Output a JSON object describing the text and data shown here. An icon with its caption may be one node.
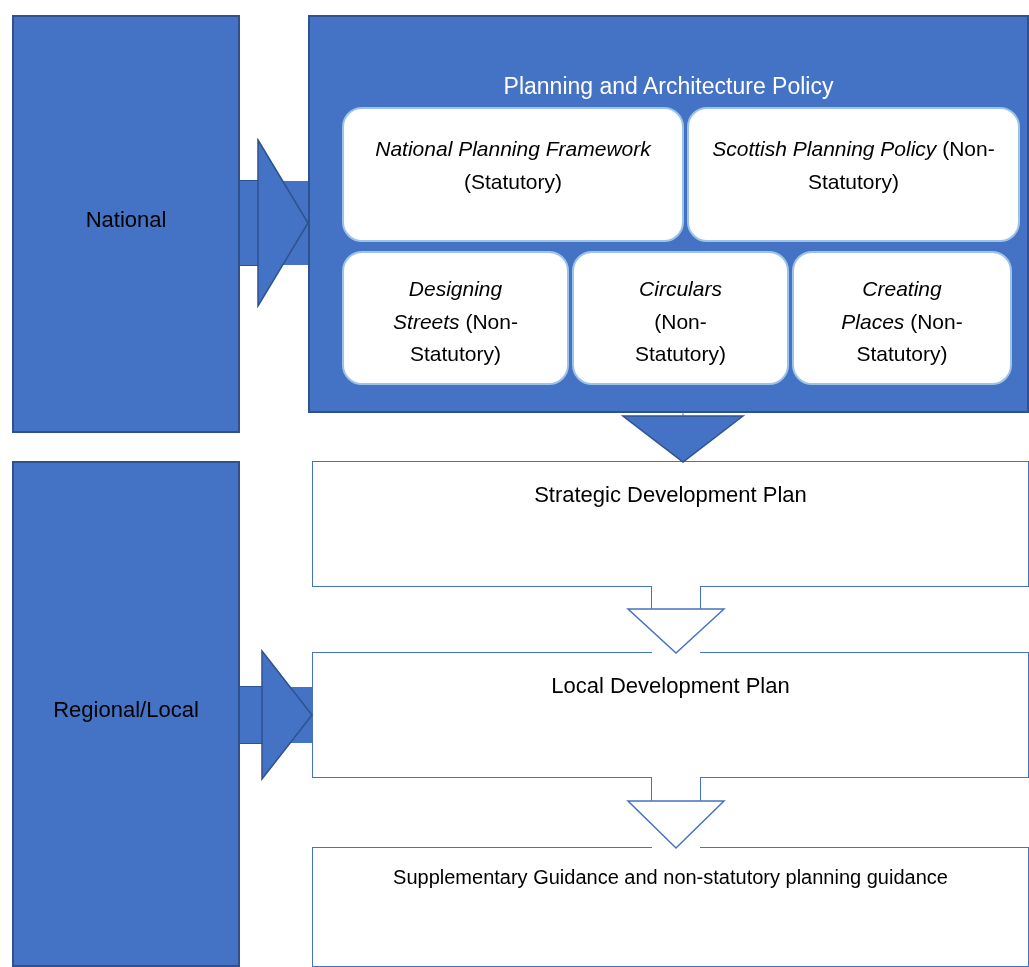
{
  "diagram": {
    "nodes": [
      {
        "text": [
          "National"
        ]
      },
      {
        "text": [
          "Planning and Architecture Policy"
        ]
      },
      {
        "text": [
          "*National Planning Framework* (Statutory)"
        ],
        "in": 1
      },
      {
        "text": [
          "*Scottish Planning Policy* (Non-Statutory)"
        ],
        "in": 1
      },
      {
        "text": [
          "*Designing Streets* (Non-Statutory)"
        ],
        "in": 1
      },
      {
        "text": [
          "*Circulars* (Non-Statutory)"
        ],
        "in": 1
      },
      {
        "text": [
          "*Creating Places* (Non-Statutory)"
        ],
        "in": 1
      },
      {
        "text": [
          "Regional/Local"
        ]
      },
      {
        "text": [
          "Strategic Development Plan"
        ]
      },
      {
        "text": [
          "Local Development Plan"
        ]
      },
      {
        "text": [
          "Supplementary Guidance and non-statutory planning guidance"
        ]
      }
    ],
    "edges": [
      {
        "from": 0,
        "to": 1,
        "arrow": "to"
      },
      {
        "from": 7,
        "to": 9,
        "arrow": "to"
      },
      {
        "from": 1,
        "to": 8,
        "arrow": "to"
      },
      {
        "from": 8,
        "to": 9,
        "arrow": "to",
        "color": "#ffffff"
      },
      {
        "from": 9,
        "to": 10,
        "arrow": "to",
        "color": "#ffffff"
      }
    ]
  }
}
